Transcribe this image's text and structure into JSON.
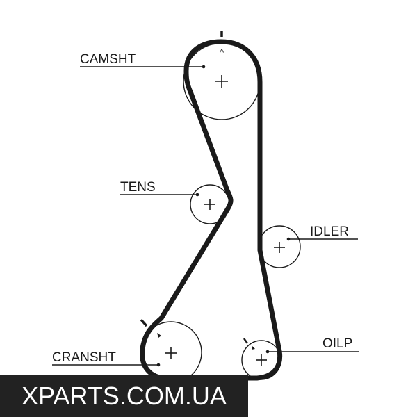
{
  "labels": {
    "camshaft": "CAMSHT",
    "tensioner": "TENS",
    "idler": "IDLER",
    "crankshaft": "CRANSHT",
    "oil_pump": "OILP"
  },
  "marks": {
    "camshaft_timing": "^"
  },
  "watermark": "XPARTS.COM.UA"
}
